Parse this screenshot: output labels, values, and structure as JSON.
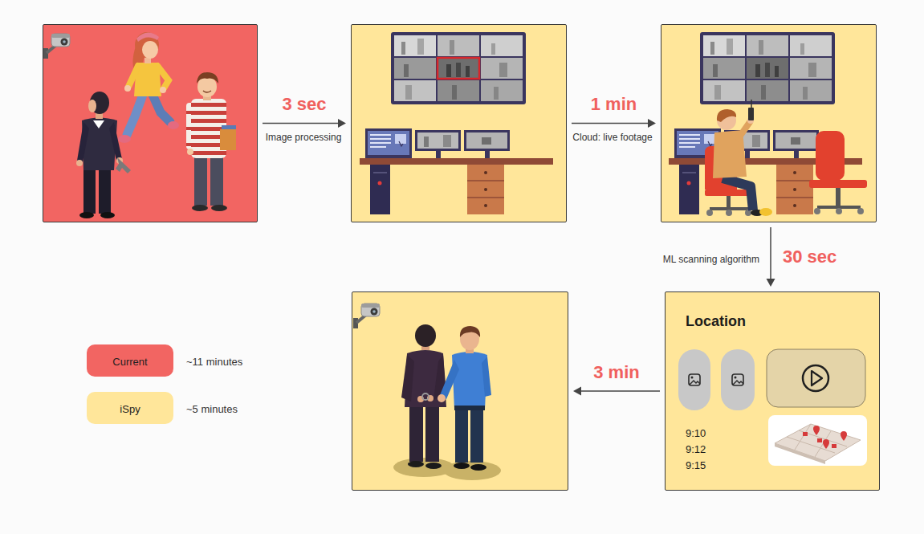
{
  "diagram": {
    "nodes": [
      {
        "text": []
      },
      {
        "text": []
      },
      {
        "text": []
      },
      {
        "text": [
          "Location",
          "9:10",
          "9:12",
          "9:15"
        ]
      },
      {
        "text": []
      }
    ],
    "edges": [
      {
        "from": 0,
        "to": 1,
        "arrow": "to",
        "label": "3 sec"
      },
      {
        "from": 1,
        "to": 2,
        "arrow": "to",
        "label": "1 min"
      },
      {
        "from": 2,
        "to": 3,
        "arrow": "to",
        "label": "30 sec"
      },
      {
        "from": 3,
        "to": 4,
        "arrow": "to",
        "label": "3 min"
      }
    ],
    "labels": [
      "Image processing",
      "Cloud: live footage",
      "ML scanning algorithm",
      "~11 minutes",
      "~5 minutes"
    ],
    "legend": [
      {
        "text": "Current",
        "color": "#F26562"
      },
      {
        "text": "iSpy",
        "color": "#FFE69A"
      }
    ]
  }
}
